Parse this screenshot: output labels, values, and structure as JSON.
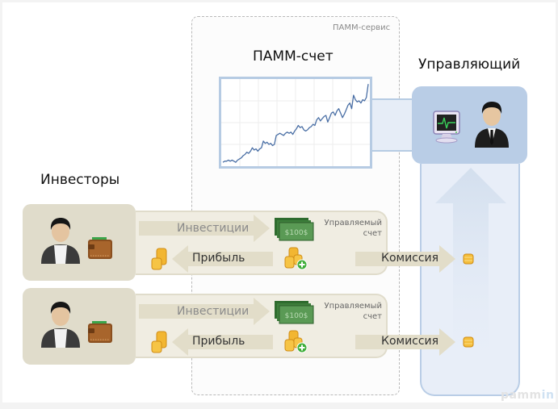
{
  "service": {
    "label": "ПАММ-сервис",
    "account_title": "ПАММ-счет"
  },
  "manager": {
    "title": "Управляющий",
    "icons": [
      "monitor-icon",
      "manager-avatar-icon"
    ]
  },
  "investors": {
    "title": "Инвесторы",
    "rows": [
      {
        "investment_label": "Инвестиции",
        "managed_account_line1": "Управляемый",
        "managed_account_line2": "счет",
        "banknote_text": "$100$",
        "profit_label": "Прибыль",
        "commission_label": "Комиссия"
      },
      {
        "investment_label": "Инвестиции",
        "managed_account_line1": "Управляемый",
        "managed_account_line2": "счет",
        "banknote_text": "$100$",
        "profit_label": "Прибыль",
        "commission_label": "Комиссия"
      }
    ]
  },
  "watermark": {
    "prefix": "pamm",
    "accent": "in"
  },
  "chart_data": {
    "type": "line",
    "title": "",
    "xlabel": "",
    "ylabel": "",
    "grid": true,
    "x": [
      0,
      1,
      2,
      3,
      4,
      5,
      6,
      7,
      8,
      9,
      10,
      11,
      12,
      13,
      14,
      15,
      16,
      17,
      18,
      19,
      20,
      21,
      22,
      23,
      24,
      25,
      26,
      27,
      28,
      29,
      30,
      31,
      32,
      33,
      34,
      35,
      36,
      37,
      38,
      39,
      40,
      41,
      42,
      43,
      44,
      45,
      46,
      47,
      48,
      49,
      50,
      51,
      52,
      53,
      54,
      55,
      56,
      57,
      58,
      59,
      60,
      61,
      62,
      63,
      64,
      65,
      66,
      67,
      68,
      69,
      70,
      71,
      72,
      73,
      74,
      75,
      76,
      77,
      78,
      79
    ],
    "values": [
      2,
      3,
      3,
      4,
      3,
      4,
      3,
      2,
      4,
      5,
      6,
      8,
      9,
      11,
      10,
      12,
      15,
      13,
      14,
      12,
      14,
      15,
      21,
      19,
      20,
      18,
      19,
      17,
      18,
      26,
      27,
      28,
      27,
      26,
      28,
      29,
      28,
      29,
      27,
      30,
      32,
      35,
      33,
      34,
      31,
      30,
      31,
      33,
      34,
      36,
      35,
      40,
      42,
      39,
      41,
      43,
      44,
      38,
      42,
      46,
      47,
      44,
      48,
      50,
      46,
      42,
      45,
      49,
      53,
      55,
      50,
      62,
      58,
      56,
      57,
      55,
      58,
      57,
      60,
      72
    ],
    "ylim": [
      0,
      75
    ]
  },
  "colors": {
    "manager_blue": "#b9cde6",
    "investor_beige": "#e0dccb",
    "flow_beige": "#f0ede2",
    "chart_line": "#4a6fa5"
  }
}
